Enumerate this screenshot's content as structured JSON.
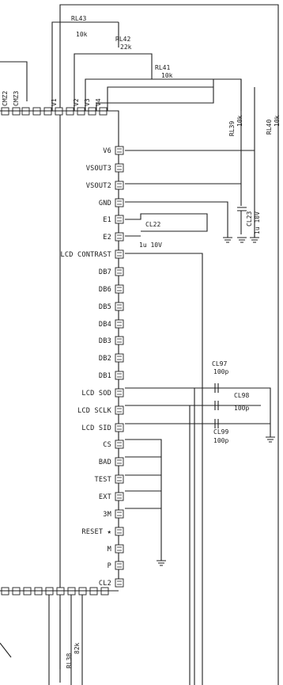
{
  "top_pins": [
    "CMZ2",
    "CMZ3",
    "V1",
    "V2",
    "V3",
    "V4"
  ],
  "pins": [
    "V6",
    "VSOUT3",
    "VSOUT2",
    "GND",
    "E1",
    "E2",
    "LCD CONTRAST",
    "DB7",
    "DB6",
    "DB5",
    "DB4",
    "DB3",
    "DB2",
    "DB1",
    "LCD SOD",
    "LCD SCLK",
    "LCD SID",
    "CS",
    "BAD",
    "TEST",
    "EXT",
    "3M",
    "RESET ★",
    "M",
    "P",
    "CL2"
  ],
  "components": {
    "rl43": {
      "ref": "RL43",
      "value": "10k"
    },
    "rl42": {
      "ref": "RL42",
      "value": "22k"
    },
    "rl41": {
      "ref": "RL41",
      "value": "10k"
    },
    "rl39": {
      "ref": "RL39",
      "value": "10k"
    },
    "rl40": {
      "ref": "RL40",
      "value": "10k"
    },
    "cl23": {
      "ref": "CL23",
      "value": "1u 10V"
    },
    "cl22": {
      "ref": "CL22",
      "value": "1u 10V"
    },
    "cl97": {
      "ref": "CL97",
      "value": "100p"
    },
    "cl98": {
      "ref": "CL98",
      "value": "100p"
    },
    "cl99": {
      "ref": "CL99",
      "value": "100p"
    },
    "rl38": {
      "ref": "RL38",
      "value": "82k"
    }
  }
}
